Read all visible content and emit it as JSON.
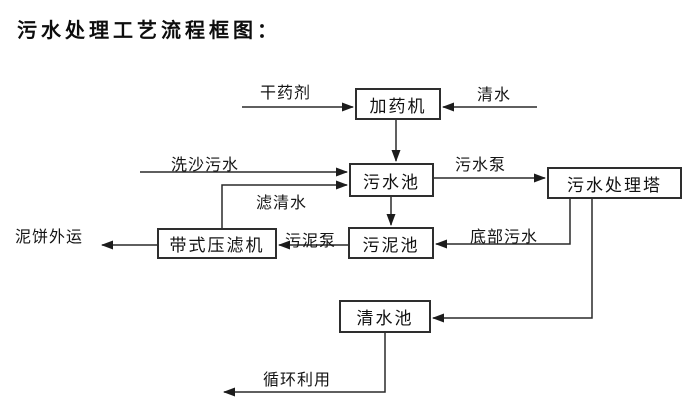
{
  "page": {
    "title": "污水处理工艺流程框图："
  },
  "diagram": {
    "type": "flowchart",
    "line_color": "#222222",
    "box_fill": "#ffffff",
    "nodes": {
      "dosing_machine": "加药机",
      "sewage_pool": "污水池",
      "treatment_tower": "污水处理塔",
      "belt_filter_press": "带式压滤机",
      "sludge_pool": "污泥池",
      "clean_water_pool": "清水池"
    },
    "edge_labels": {
      "dry_chemical": "干药剂",
      "clean_water": "清水",
      "sand_washing_sewage": "洗沙污水",
      "sewage_pump": "污水泵",
      "filtered_water": "滤清水",
      "mud_cake_out": "泥饼外运",
      "sludge_pump": "污泥泵",
      "bottom_sewage": "底部污水",
      "recycle_use": "循环利用"
    }
  }
}
